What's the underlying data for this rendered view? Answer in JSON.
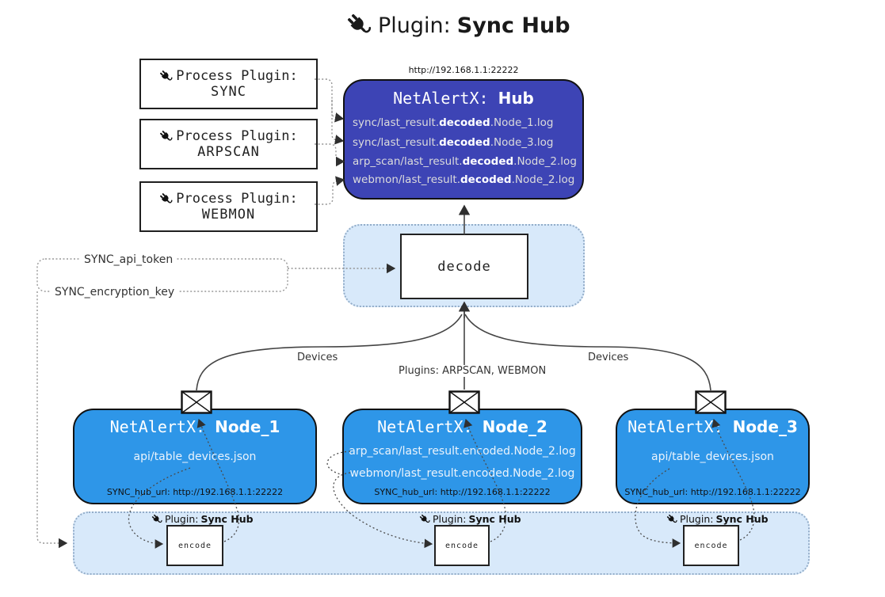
{
  "title": {
    "prefix": "Plugin: ",
    "bold": "Sync Hub"
  },
  "hub": {
    "url": "http://192.168.1.1:22222",
    "title_prefix": "NetAlertX: ",
    "title_name": "Hub",
    "logs": [
      {
        "pre": "sync/last_result.",
        "bold": "decoded",
        "post": ".Node_1.log"
      },
      {
        "pre": "sync/last_result.",
        "bold": "decoded",
        "post": ".Node_3.log"
      },
      {
        "pre": "arp_scan/last_result.",
        "bold": "decoded",
        "post": ".Node_2.log"
      },
      {
        "pre": "webmon/last_result.",
        "bold": "decoded",
        "post": ".Node_2.log"
      }
    ]
  },
  "process_plugins": [
    {
      "label": "Process Plugin:",
      "name": "SYNC"
    },
    {
      "label": "Process Plugin:",
      "name": "ARPSCAN"
    },
    {
      "label": "Process Plugin:",
      "name": "WEBMON"
    }
  ],
  "decode": {
    "label": "decode"
  },
  "tokens": {
    "api_token": "SYNC_api_token",
    "encryption_key": "SYNC_encryption_key"
  },
  "edges": {
    "devices_left": "Devices",
    "devices_right": "Devices",
    "plugins_mid": "Plugins: ARPSCAN, WEBMON"
  },
  "nodes": [
    {
      "title_prefix": "NetAlertX: ",
      "title_name": "Node_1",
      "files": [
        "api/table_devices.json"
      ],
      "hub_url": "SYNC_hub_url: http://192.168.1.1:22222"
    },
    {
      "title_prefix": "NetAlertX: ",
      "title_name": "Node_2",
      "files": [
        "arp_scan/last_result.encoded.Node_2.log",
        "webmon/last_result.encoded.Node_2.log"
      ],
      "hub_url": "SYNC_hub_url: http://192.168.1.1:22222"
    },
    {
      "title_prefix": "NetAlertX: ",
      "title_name": "Node_3",
      "files": [
        "api/table_devices.json"
      ],
      "hub_url": "SYNC_hub_url: http://192.168.1.1:22222"
    }
  ],
  "encoders": [
    {
      "label_prefix": "Plugin: ",
      "label_bold": "Sync Hub",
      "box": "encode"
    },
    {
      "label_prefix": "Plugin: ",
      "label_bold": "Sync Hub",
      "box": "encode"
    },
    {
      "label_prefix": "Plugin: ",
      "label_bold": "Sync Hub",
      "box": "encode"
    }
  ],
  "icons": {
    "plug": "plug-icon",
    "envelope": "envelope-icon"
  },
  "colors": {
    "hub": "#3D44B5",
    "node": "#2E96E8",
    "panel": "#D8E9FA",
    "panel_border": "#93ADC9"
  }
}
